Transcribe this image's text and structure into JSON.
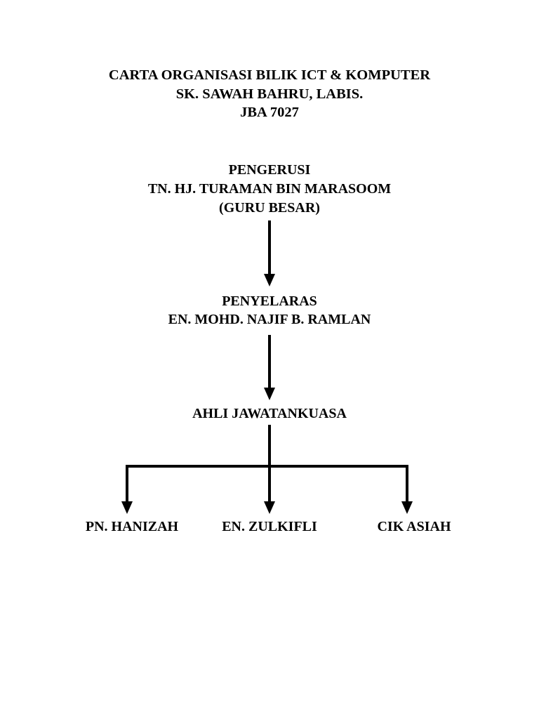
{
  "header": {
    "line1": "CARTA ORGANISASI  BILIK ICT & KOMPUTER",
    "line2": "SK. SAWAH BAHRU, LABIS.",
    "line3": "JBA 7027"
  },
  "chairman": {
    "role": "PENGERUSI",
    "name": "TN. HJ. TURAMAN BIN MARASOOM",
    "position": "(GURU BESAR)"
  },
  "coordinator": {
    "role": "PENYELARAS",
    "name": "EN. MOHD. NAJIF B. RAMLAN"
  },
  "committee": {
    "label": "AHLI JAWATANKUASA",
    "members": [
      "PN. HANIZAH",
      "EN. ZULKIFLI",
      "CIK ASIAH"
    ]
  },
  "colors": {
    "ink": "#000000",
    "background": "#ffffff"
  }
}
